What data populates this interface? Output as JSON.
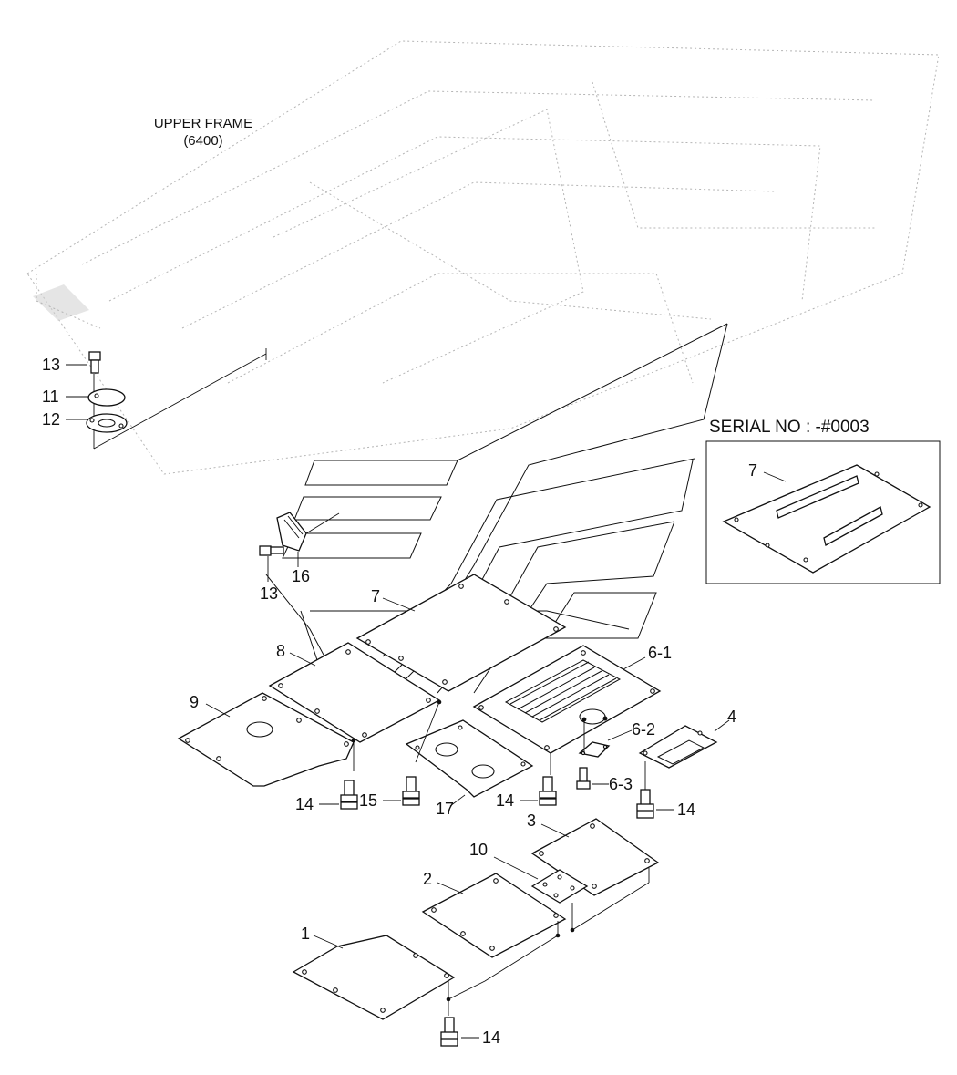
{
  "diagram": {
    "frame_label": [
      "UPPER FRAME",
      "(6400)"
    ],
    "serial_box_title": "SERIAL NO : -#0003",
    "callouts": {
      "c13a": "13",
      "c11": "11",
      "c12": "12",
      "c16": "16",
      "c13b": "13",
      "c7": "7",
      "c8": "8",
      "c9": "9",
      "c6_1": "6-1",
      "c6_2": "6-2",
      "c6_3": "6-3",
      "c4": "4",
      "c14a": "14",
      "c15": "15",
      "c17": "17",
      "c14b": "14",
      "c14c": "14",
      "c3": "3",
      "c10": "10",
      "c2": "2",
      "c1": "1",
      "c14d": "14",
      "c7_inset": "7"
    }
  }
}
